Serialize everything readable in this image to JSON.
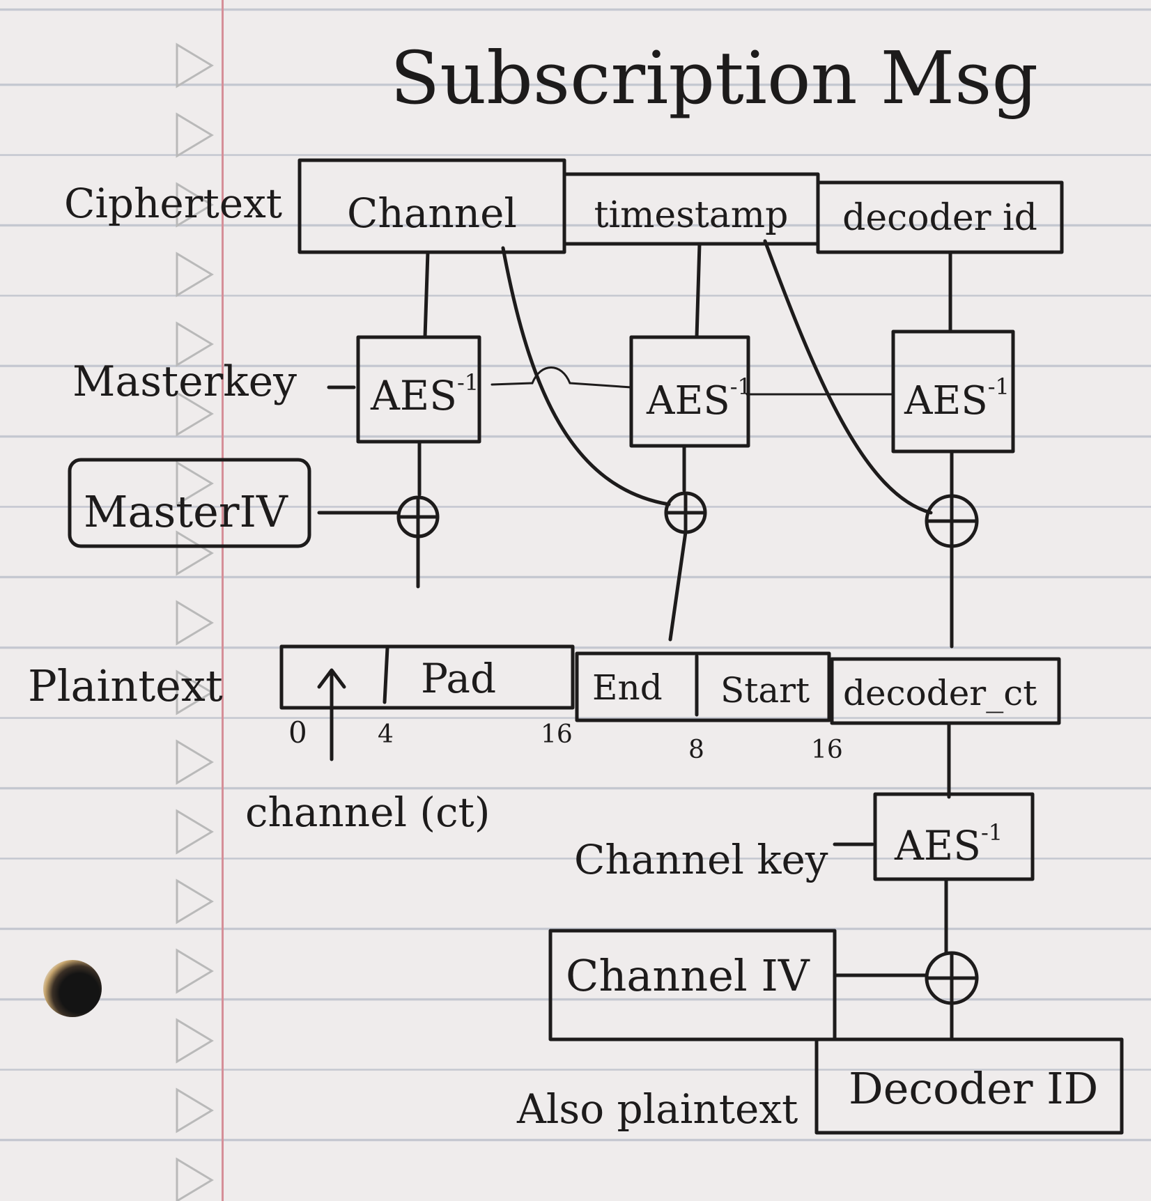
{
  "title": "Subscription Msg",
  "labels": {
    "ciphertext": "Ciphertext",
    "master_key": "Masterkey",
    "plaintext": "Plaintext",
    "channel_key": "Channel key",
    "also_plaintext": "Also plaintext",
    "channel_cipher_note": "channel (ct)"
  },
  "ciphertext_blocks": [
    "Channel",
    "timestamp",
    "decoder id"
  ],
  "aes_label": "AES",
  "aes_exponent": "-1",
  "xor_symbol": "⊕",
  "iv_boxes": {
    "master_iv": "MasterIV",
    "channel_iv": "Channel IV"
  },
  "plaintext_fields": {
    "pad": "Pad",
    "end": "End",
    "start": "Start",
    "decoder_ct": "decoder_ct"
  },
  "offsets": {
    "a0": "0",
    "a4": "4",
    "a16": "16",
    "b8": "8",
    "b16": "16"
  },
  "output": "Decoder ID"
}
